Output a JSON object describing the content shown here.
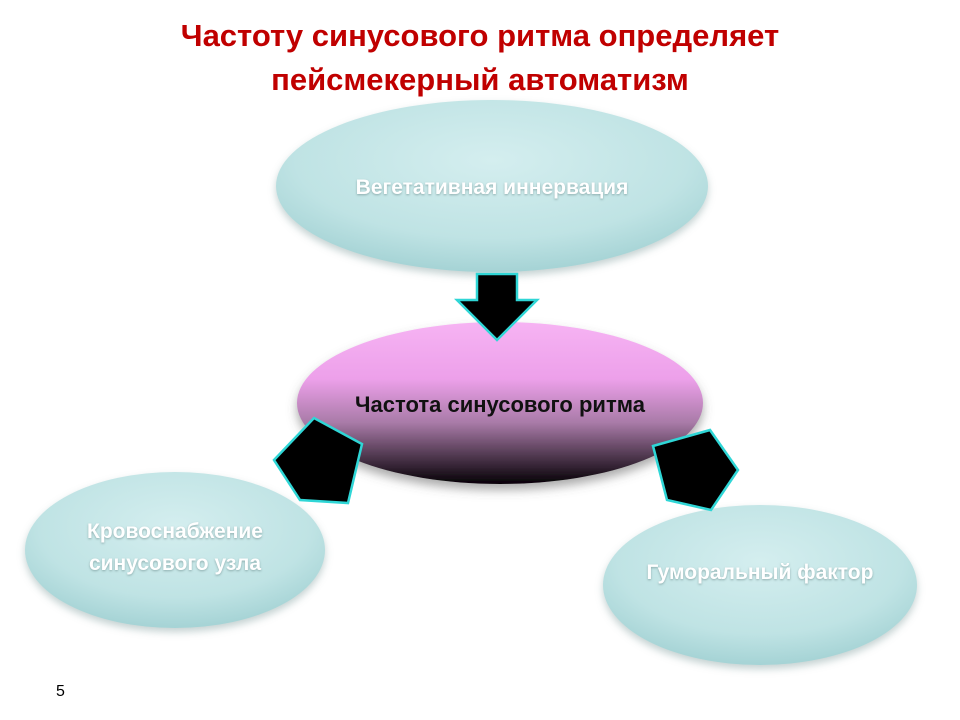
{
  "title": {
    "line1": "Частоту синусового ритма определяет",
    "line2": "пейсмекерный автоматизм"
  },
  "nodes": {
    "vegetative": {
      "label": "Вегетативная иннервация"
    },
    "center": {
      "label": "Частота синусового ритма"
    },
    "blood_supply": {
      "line1": "Кровоснабжение",
      "line2": "синусового узла"
    },
    "humoral": {
      "label": "Гуморальный фактор"
    }
  },
  "colors": {
    "title": "#c00000",
    "outer_node_fill": "#bfe3e4",
    "outer_node_fill_dark": "#a5d3d5",
    "center_top": "#f3a8f0",
    "center_bottom": "#050005",
    "arrow_fill": "#000000",
    "arrow_outline": "#2fd6d6"
  },
  "footer": {
    "page_number": "5"
  }
}
